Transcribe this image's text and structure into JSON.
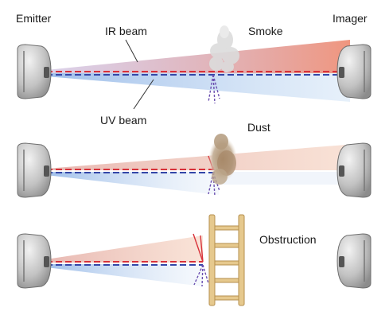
{
  "labels": {
    "emitter": "Emitter",
    "imager": "Imager",
    "ir_beam": "IR beam",
    "uv_beam": "UV beam",
    "smoke": "Smoke",
    "dust": "Dust",
    "obstruction": "Obstruction"
  },
  "colors": {
    "ir_beam": "#e8836e",
    "uv_beam": "#9dc3ea",
    "ir_line": "#d8323a",
    "uv_line": "#3346a8",
    "device": "#c9c9c9",
    "smoke": "#d4d4d4",
    "dust": "#b49a7a",
    "ladder": "#e6c98e"
  },
  "icons": [
    "emitter-device-icon",
    "imager-device-icon",
    "smoke-cloud-icon",
    "dust-cloud-icon",
    "ladder-icon"
  ]
}
